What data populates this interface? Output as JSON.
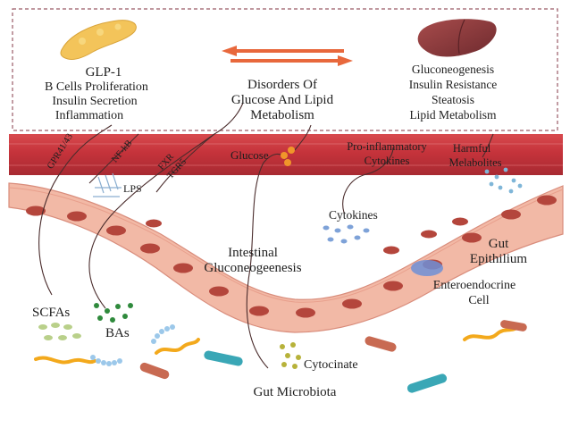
{
  "organs": {
    "pancreas": {
      "title": "GLP-1",
      "lines": [
        "B Cells Proliferation",
        "Insulin Secretion",
        "Inflammation"
      ]
    },
    "center": {
      "lines": [
        "Disorders Of",
        "Glucose And Lipid",
        "Metabolism"
      ]
    },
    "liver": {
      "lines": [
        "Gluconeogenesis",
        "Insulin Resistance",
        "Steatosis",
        "Lipid Metabolism"
      ]
    }
  },
  "vessel": {
    "glucose": "Glucose",
    "cytokines": [
      "Pro-inflammatory",
      "Cytokines"
    ],
    "metabolites": [
      "Harmful",
      "Melabolites"
    ]
  },
  "receptors": {
    "gpr": "GPR41/43",
    "nfkb": "NF-kB",
    "fxr": "FXR",
    "tgr5": "TGR5",
    "lps": "LPS"
  },
  "gut": {
    "cytokines": "Cytokines",
    "intestinal": [
      "Intestinal",
      "Gluconeogeenesis"
    ],
    "epithelium": [
      "Gut",
      "Epithilium"
    ],
    "enteroendocrine": [
      "Enteroendocrine",
      "Cell"
    ],
    "scfas": "SCFAs",
    "bas": "BAs",
    "cytocinate": "Cytocinate",
    "microbiota": "Gut Microbiota"
  },
  "colors": {
    "vessel": "#c8343c",
    "tissue": "#f2b9a6",
    "nucleus": "#b4463c",
    "pancreas": "#f3c45a",
    "liver": "#8b3a3a",
    "arrow": "#e8683c",
    "dashed_box": "#9a5a66"
  }
}
